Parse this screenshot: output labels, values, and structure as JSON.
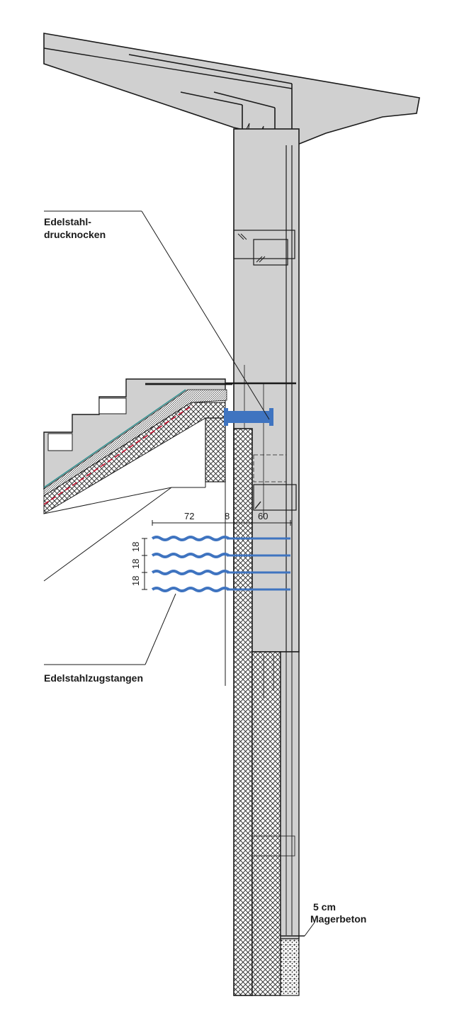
{
  "labels": {
    "edelstahl_druck_line1": "Edelstahl-",
    "edelstahl_druck_line2": "drucknocken",
    "edelstahl_zug": "Edelstahlzugstangen",
    "magerbeton_line1": "5 cm",
    "magerbeton_line2": "Magerbeton"
  },
  "dimensions": {
    "d72": "72",
    "d8": "8",
    "d60": "60",
    "v18_a": "18",
    "v18_b": "18",
    "v18_c": "18"
  },
  "colors": {
    "concrete": "#d0d0d0",
    "line": "#1a1a1a",
    "steel_blue": "#3f74c0",
    "seal_red": "#c8102e",
    "hatch": "#1a1a1a"
  }
}
